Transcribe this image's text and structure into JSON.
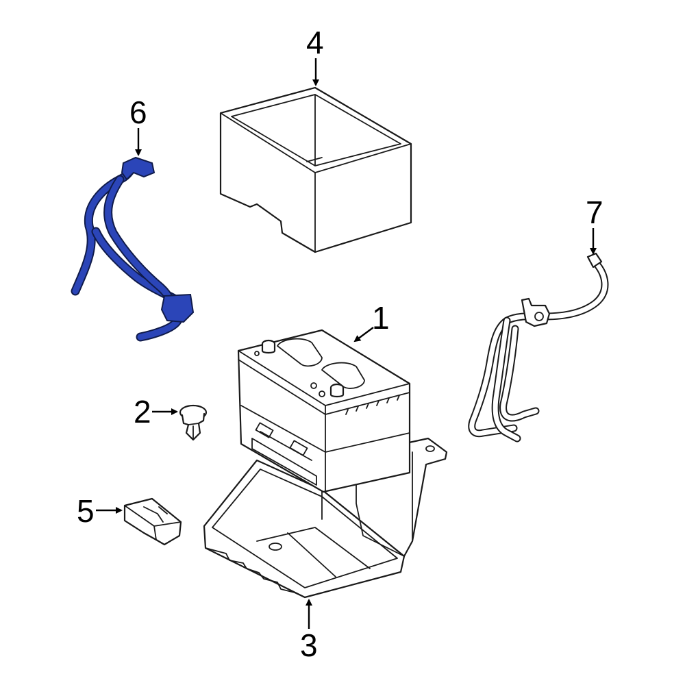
{
  "diagram": {
    "highlight_color": "#2b45b8",
    "line_color": "#1a1a1a",
    "background": "#ffffff"
  },
  "callouts": {
    "battery": "1",
    "hold_down_bolt": "2",
    "battery_tray": "3",
    "battery_cover": "4",
    "hold_down_clamp": "5",
    "positive_cable": "6",
    "negative_cable": "7"
  }
}
